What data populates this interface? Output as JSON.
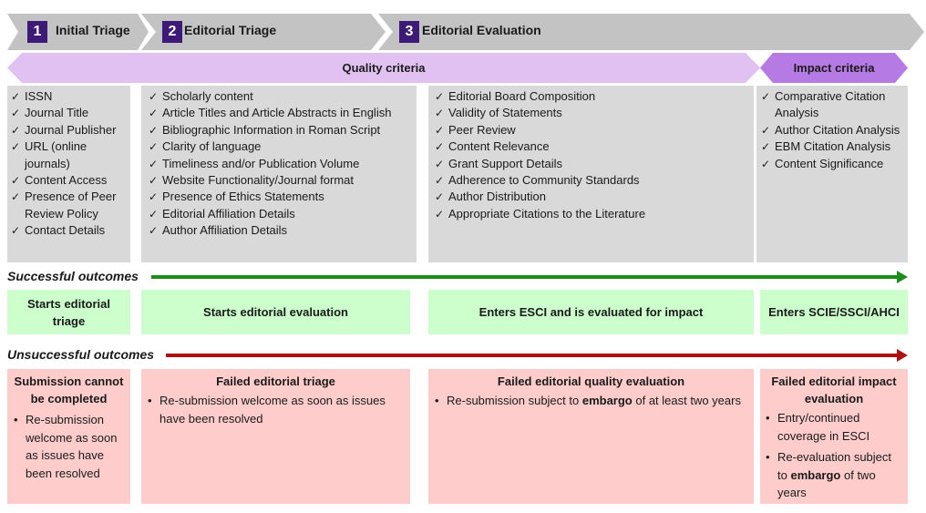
{
  "stages": [
    {
      "number": "1",
      "label": "Initial Triage"
    },
    {
      "number": "2",
      "label": "Editorial Triage"
    },
    {
      "number": "3",
      "label": "Editorial Evaluation"
    }
  ],
  "banners": {
    "quality": "Quality criteria",
    "impact": "Impact criteria"
  },
  "criteria": {
    "initial_triage": [
      "ISSN",
      "Journal Title",
      "Journal Publisher",
      "URL (online journals)",
      "Content Access",
      "Presence of Peer Review Policy",
      "Contact Details"
    ],
    "editorial_triage": [
      "Scholarly content",
      "Article Titles and Article Abstracts in English",
      "Bibliographic Information in Roman Script",
      "Clarity of language",
      "Timeliness and/or Publication Volume",
      "Website Functionality/Journal format",
      "Presence of Ethics Statements",
      "Editorial Affiliation Details",
      "Author Affiliation Details"
    ],
    "editorial_quality": [
      "Editorial Board Composition",
      "Validity of Statements",
      "Peer Review",
      "Content Relevance",
      "Grant Support Details",
      "Adherence to Community Standards",
      "Author Distribution",
      "Appropriate Citations to the Literature"
    ],
    "impact": [
      "Comparative Citation Analysis",
      "Author Citation Analysis",
      "EBM Citation Analysis",
      "Content Significance"
    ]
  },
  "check_glyph": "✓",
  "bullet_glyph": "•",
  "outcomes": {
    "successful_heading": "Successful outcomes",
    "unsuccessful_heading": "Unsuccessful outcomes",
    "successful": [
      "Starts editorial triage",
      "Starts editorial evaluation",
      "Enters ESCI and is evaluated for impact",
      "Enters SCIE/SSCI/AHCI"
    ],
    "unsuccessful": [
      {
        "title": "Submission cannot be completed",
        "bullets": [
          {
            "pre": "Re-submission welcome as soon as issues have been resolved",
            "bold": "",
            "post": ""
          }
        ]
      },
      {
        "title": "Failed editorial triage",
        "bullets": [
          {
            "pre": "Re-submission welcome as soon as issues have been resolved",
            "bold": "",
            "post": ""
          }
        ]
      },
      {
        "title": "Failed editorial quality evaluation",
        "bullets": [
          {
            "pre": "Re-submission subject to ",
            "bold": "embargo",
            "post": " of at least two years"
          }
        ]
      },
      {
        "title": "Failed editorial impact evaluation",
        "bullets": [
          {
            "pre": "Entry/continued coverage in ESCI",
            "bold": "",
            "post": ""
          },
          {
            "pre": "Re-evaluation subject to ",
            "bold": "embargo",
            "post": " of two years"
          }
        ]
      }
    ]
  },
  "colors": {
    "stage_gray": "#c3c3c3",
    "stage_number_bg": "#3d1a78",
    "quality_banner": "#e0c1f2",
    "impact_banner": "#b57ae3",
    "criteria_box": "#d9d9d9",
    "success_box": "#ccffcc",
    "success_arrow": "#1c8c1c",
    "failure_box": "#ffcccc",
    "failure_arrow": "#b01010"
  }
}
